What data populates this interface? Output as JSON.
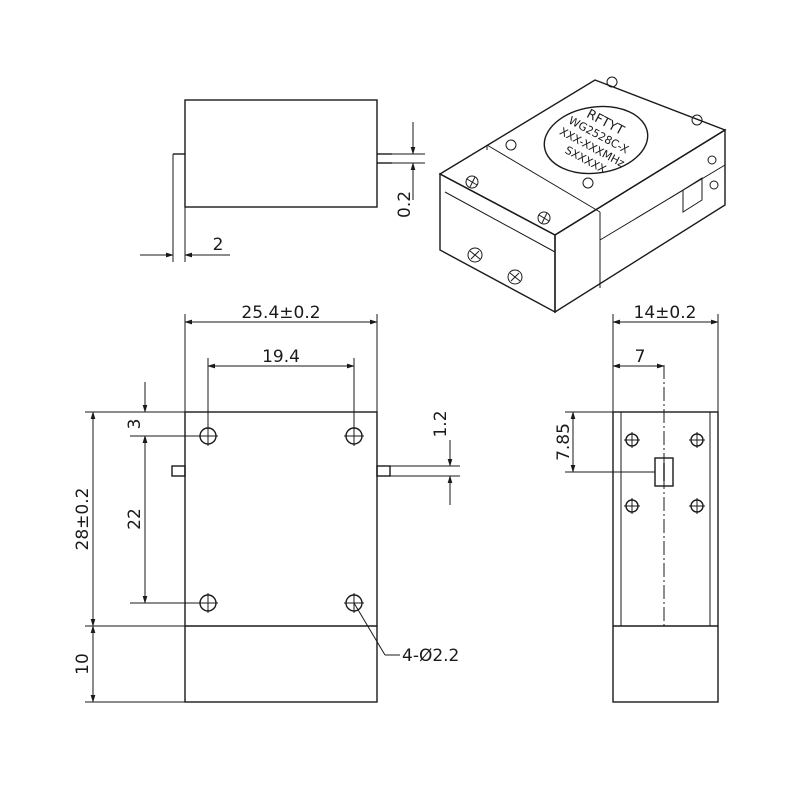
{
  "dimensions": {
    "side_length": "2",
    "side_height": "0.2",
    "width": "25.4±0.2",
    "hole_spacing_x": "19.4",
    "hole_offset_top": "3",
    "hole_spacing_y": "22",
    "length": "28±0.2",
    "base": "10",
    "port_thickness": "1.2",
    "holes": "4-Ø2.2",
    "depth": "14±0.2",
    "port_center_x": "7",
    "port_center_y": "7.85"
  },
  "label": {
    "brand": "RFTYT",
    "model": "WG2528C-X",
    "freq": "XXX-XXXMHz",
    "serial": "SXXXXX"
  }
}
